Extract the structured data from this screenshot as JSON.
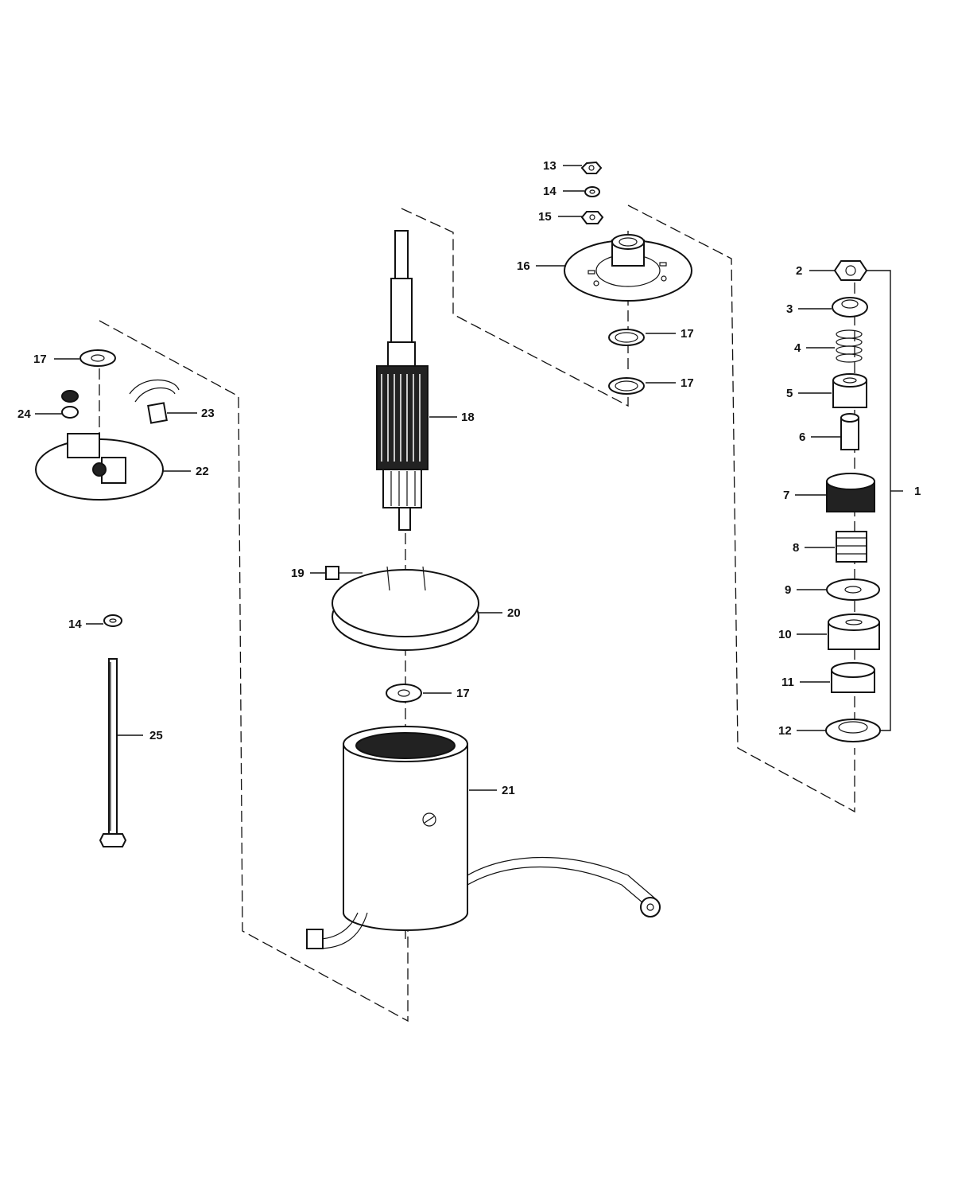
{
  "diagram": {
    "callouts": [
      {
        "id": "c1",
        "text": "1"
      },
      {
        "id": "c2",
        "text": "2"
      },
      {
        "id": "c3",
        "text": "3"
      },
      {
        "id": "c4",
        "text": "4"
      },
      {
        "id": "c5",
        "text": "5"
      },
      {
        "id": "c6",
        "text": "6"
      },
      {
        "id": "c7",
        "text": "7"
      },
      {
        "id": "c8",
        "text": "8"
      },
      {
        "id": "c9",
        "text": "9"
      },
      {
        "id": "c10",
        "text": "10"
      },
      {
        "id": "c11",
        "text": "11"
      },
      {
        "id": "c12",
        "text": "12"
      },
      {
        "id": "c13",
        "text": "13"
      },
      {
        "id": "c14a",
        "text": "14"
      },
      {
        "id": "c15",
        "text": "15"
      },
      {
        "id": "c16",
        "text": "16"
      },
      {
        "id": "c17a",
        "text": "17"
      },
      {
        "id": "c17b",
        "text": "17"
      },
      {
        "id": "c17c",
        "text": "17"
      },
      {
        "id": "c17d",
        "text": "17"
      },
      {
        "id": "c18",
        "text": "18"
      },
      {
        "id": "c19",
        "text": "19"
      },
      {
        "id": "c20",
        "text": "20"
      },
      {
        "id": "c21",
        "text": "21"
      },
      {
        "id": "c22",
        "text": "22"
      },
      {
        "id": "c23",
        "text": "23"
      },
      {
        "id": "c24",
        "text": "24"
      },
      {
        "id": "c14b",
        "text": "14"
      },
      {
        "id": "c25",
        "text": "25"
      }
    ]
  }
}
